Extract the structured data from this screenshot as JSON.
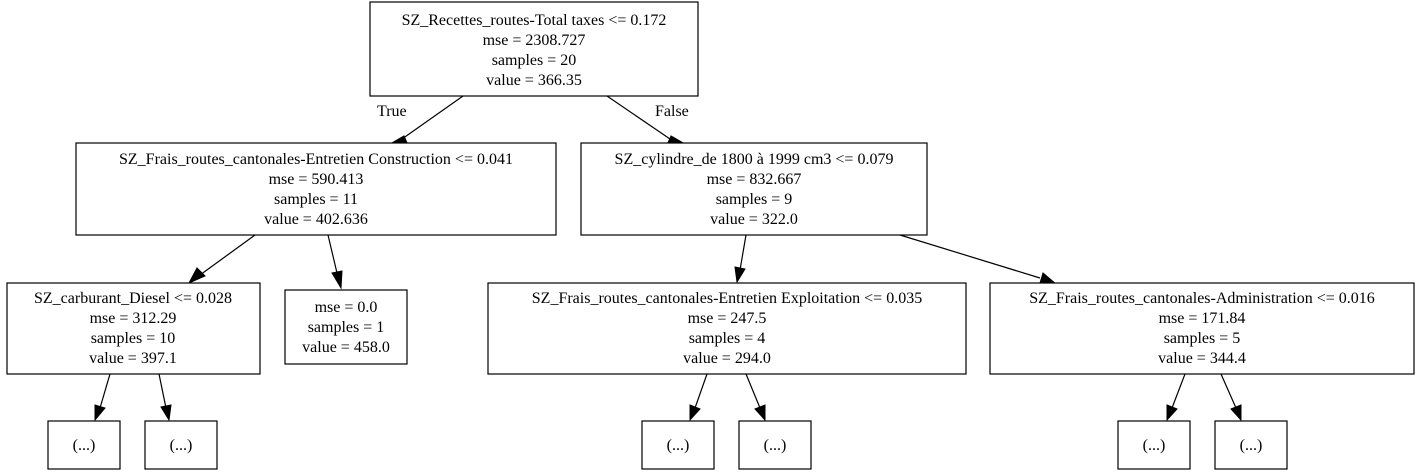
{
  "tree": {
    "nodes": {
      "root": [
        "SZ_Recettes_routes-Total taxes <= 0.172",
        "mse = 2308.727",
        "samples = 20",
        "value = 366.35"
      ],
      "n1": [
        "SZ_Frais_routes_cantonales-Entretien Construction <= 0.041",
        "mse = 590.413",
        "samples = 11",
        "value = 402.636"
      ],
      "n2": [
        "SZ_cylindre_de 1800 à 1999 cm3 <= 0.079",
        "mse = 832.667",
        "samples = 9",
        "value = 322.0"
      ],
      "n3": [
        "SZ_carburant_Diesel <= 0.028",
        "mse = 312.29",
        "samples = 10",
        "value = 397.1"
      ],
      "n4": [
        "mse = 0.0",
        "samples = 1",
        "value = 458.0"
      ],
      "n5": [
        "SZ_Frais_routes_cantonales-Entretien Exploitation <= 0.035",
        "mse = 247.5",
        "samples = 4",
        "value = 294.0"
      ],
      "n6": [
        "SZ_Frais_routes_cantonales-Administration <= 0.016",
        "mse = 171.84",
        "samples = 5",
        "value = 344.4"
      ],
      "t1": [
        "(...)"
      ],
      "t2": [
        "(...)"
      ],
      "t3": [
        "(...)"
      ],
      "t4": [
        "(...)"
      ],
      "t5": [
        "(...)"
      ],
      "t6": [
        "(...)"
      ]
    },
    "edge_labels": {
      "true_label": "True",
      "false_label": "False"
    }
  },
  "colors": {
    "stroke": "#000000",
    "background": "#ffffff"
  }
}
